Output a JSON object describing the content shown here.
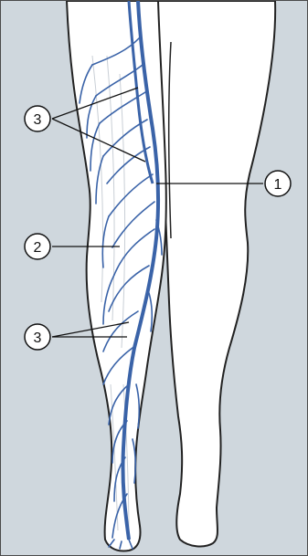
{
  "colors": {
    "background": "#cfd7dd",
    "skin": "#ffffff",
    "outline": "#222222",
    "vein": "#3a63a8",
    "vein_light": "#6f8fc4",
    "leader": "#111111"
  },
  "callouts": [
    {
      "id": "c1",
      "number": "1"
    },
    {
      "id": "c2",
      "number": "2"
    },
    {
      "id": "c3a",
      "number": "3"
    },
    {
      "id": "c3b",
      "number": "3"
    }
  ]
}
